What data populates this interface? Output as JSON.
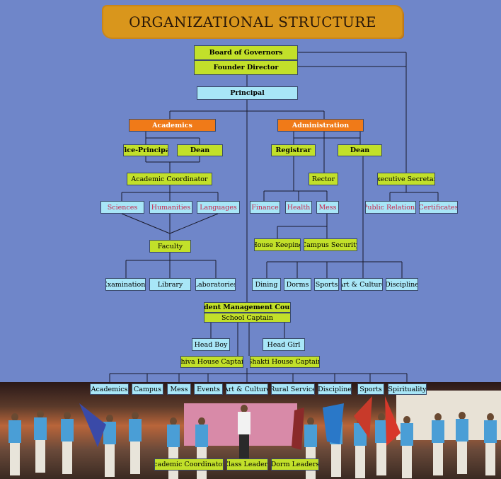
{
  "title": "ORGANIZATIONAL STRUCTURE",
  "colors": {
    "background": "#6f86c9",
    "green_box": "#c2e02a",
    "cyan_box": "#a8e6f7",
    "orange_box": "#f07a18",
    "banner": "#d9961c",
    "line": "#1a1a2a",
    "red_text": "#c8244a"
  },
  "nodes": {
    "board": "Board of Governors",
    "founder": "Founder Director",
    "principal": "Principal",
    "academics": "Academics",
    "administration": "Administration",
    "vice_principal": "Vice-Principal",
    "dean_academic": "Dean",
    "registrar": "Registrar",
    "dean_admin": "Dean",
    "academic_coordinator": "Academic Coordinator",
    "rector": "Rector",
    "executive_secretary": "Executive Secretary",
    "sciences": "Sciences",
    "humanities": "Humanities",
    "languages": "Languages",
    "finance": "Finance",
    "health": "Health",
    "mess_admin": "Mess",
    "public_relations": "Public Relations",
    "certificates": "Certificates",
    "faculty": "Faculty",
    "house_keeping": "House Keeping",
    "campus_security": "Campus Security",
    "examinations": "Examinations",
    "library": "Library",
    "laboratories": "Laboratories",
    "dining": "Dining",
    "dorms": "Dorms",
    "sports_admin": "Sports",
    "art_culture_admin": "Art & Culture",
    "discipline_admin": "Discipline",
    "smc": "Student Management Council",
    "school_captain": "School Captain",
    "head_boy": "Head Boy",
    "head_girl": "Head Girl",
    "shiva": "Shiva House Captain",
    "shakti": "Shakti House Captain",
    "s_academics": "Academics",
    "s_campus": "Campus",
    "s_mess": "Mess",
    "s_events": "Events",
    "s_art": "Art & Culture",
    "s_rural": "Rural Service",
    "s_discipline": "Discipline",
    "s_sports": "Sports",
    "s_spirituality": "Spirituality",
    "academic_coordinators": "Academic Coordinators",
    "class_leaders": "Class Leaders",
    "dorm_leaders": "Dorm Leaders"
  }
}
